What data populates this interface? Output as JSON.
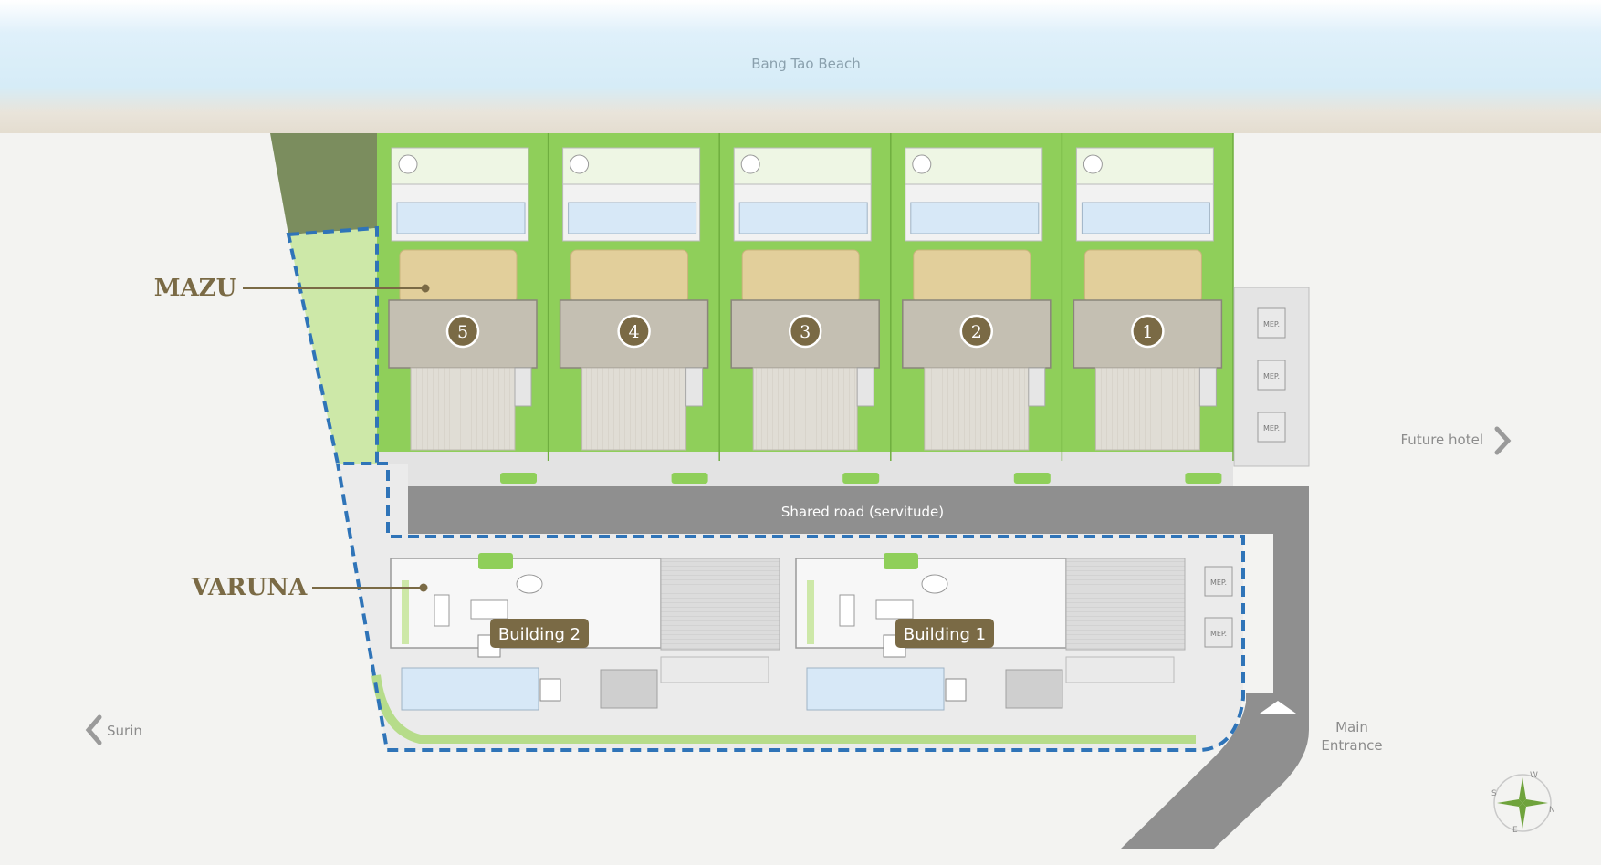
{
  "beach_label": "Bang Tao Beach",
  "zones": {
    "mazu_label": "MAZU",
    "varuna_label": "VARUNA"
  },
  "villas": [
    "5",
    "4",
    "3",
    "2",
    "1"
  ],
  "mep_label": "MEP.",
  "road_label": "Shared road (servitude)",
  "buildings": [
    "Building 2",
    "Building 1"
  ],
  "navigation": {
    "future_hotel": "Future hotel",
    "surin": "Surin",
    "main_entrance_line1": "Main",
    "main_entrance_line2": "Entrance"
  },
  "compass": {
    "w": "W",
    "n": "N",
    "e": "E",
    "s": "S"
  },
  "colors": {
    "sea": "#d6ecf7",
    "sand": "#e6dfd3",
    "lawn": "#8fcf5a",
    "lawn_light": "#cde8a8",
    "dark_green": "#7b8d5e",
    "road": "#8f8f8f",
    "roof": "#c4bfb2",
    "terrace": "#e2cf9b",
    "pool": "#d7e8f7",
    "zone_border": "#2f74b8",
    "accent": "#7a6a45"
  }
}
